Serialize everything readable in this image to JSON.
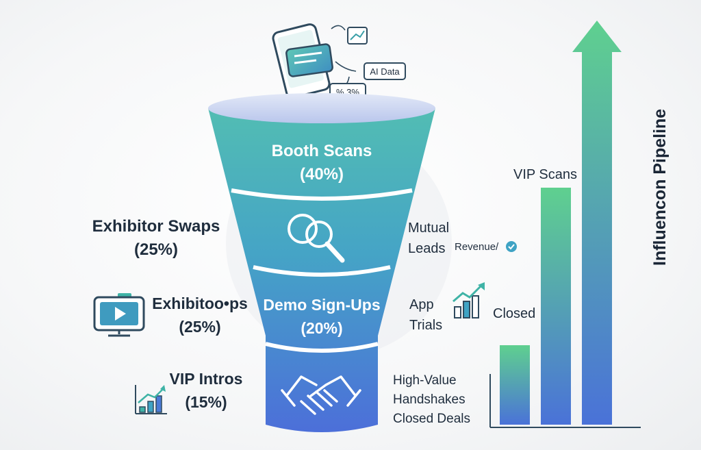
{
  "colors": {
    "teal_top": "#4fb8b2",
    "mid": "#43a0c4",
    "blue_bottom": "#4a72d8",
    "green": "#5fd08f",
    "dark_text": "#1f2d3d"
  },
  "phone": {
    "chip_top": "AI Data",
    "chip_bottom": "% 3%"
  },
  "funnel": {
    "stage1": {
      "name": "Booth Scans",
      "pct": "(40%)"
    },
    "stage3": {
      "name": "Demo Sign-Ups",
      "pct": "(20%)"
    }
  },
  "left": {
    "exhibitor_swaps": {
      "name": "Exhibitor Swaps",
      "pct": "(25%)"
    },
    "exhibitoops": {
      "name": "Exhibitoo•ps",
      "pct": "(25%)"
    },
    "vip_intros": {
      "name": "VIP Intros",
      "pct": "(15%)"
    }
  },
  "right": {
    "mutual": "Mutual",
    "leads": "Leads",
    "revenue": "Revenue/",
    "app": "App",
    "trials": "Trials",
    "closed": "Closed",
    "high_value": "High-Value",
    "handshakes": "Handshakes",
    "closed_deals": "Closed Deals"
  },
  "pipeline": {
    "title": "Influencon Pipeline",
    "vip_scans": "VIP Scans"
  }
}
